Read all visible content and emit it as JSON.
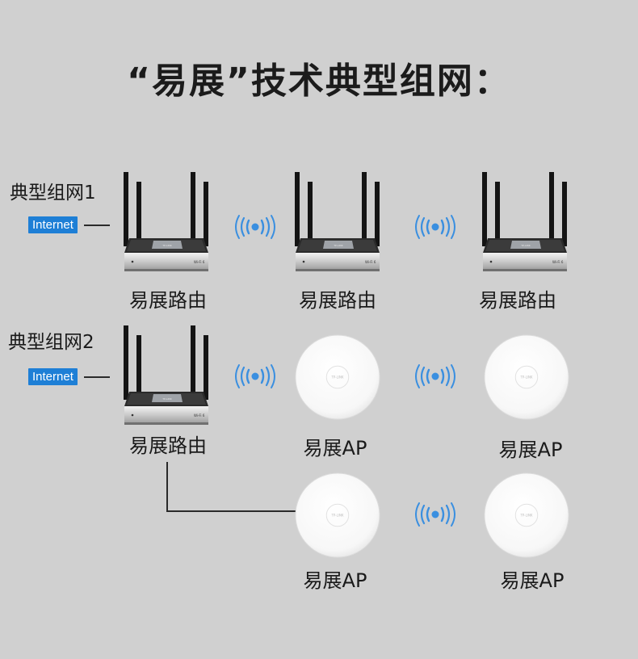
{
  "title": "“易展”技术典型组网：",
  "schemes": [
    {
      "label": "典型组网1",
      "internet": "Internet",
      "devices": [
        "易展路由",
        "易展路由",
        "易展路由"
      ]
    },
    {
      "label": "典型组网2",
      "internet": "Internet",
      "devices": [
        "易展路由",
        "易展AP",
        "易展AP",
        "易展AP",
        "易展AP"
      ]
    }
  ],
  "icons": {
    "router": "router-icon",
    "ap": "ceiling-ap-icon",
    "wireless": "wireless-signal-icon"
  },
  "colors": {
    "background": "#d0d0d0",
    "internet_tag": "#1e7fd6",
    "signal": "#3a8fe0"
  }
}
